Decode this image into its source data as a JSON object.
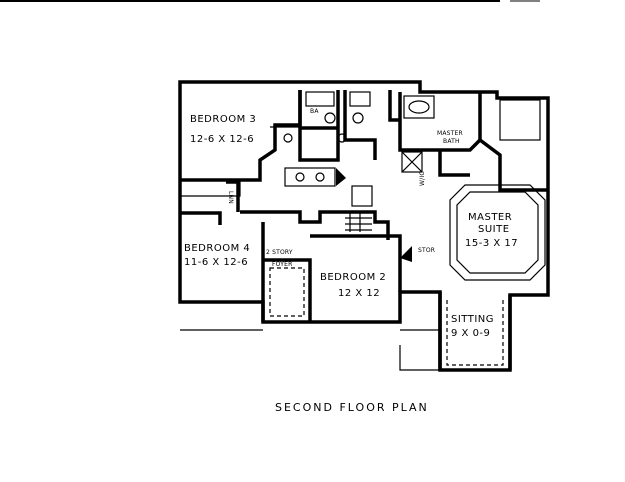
{
  "rooms": {
    "bedroom3": {
      "name": "BEDROOM 3",
      "size": "12-6 X 12-6"
    },
    "bedroom4": {
      "name": "BEDROOM 4",
      "size": "11-6 X 12-6"
    },
    "bedroom2": {
      "name": "BEDROOM 2",
      "size": "12 X 12"
    },
    "master_suite": {
      "name1": "MASTER",
      "name2": "SUITE",
      "size": "15-3 X 17"
    },
    "sitting": {
      "name": "SITTING",
      "size": "9 X 0-9"
    },
    "foyer": {
      "name1": "2 STORY",
      "name2": "FOYER"
    },
    "master_bath": {
      "name1": "MASTER",
      "name2": "BATH"
    }
  },
  "small_labels": {
    "bath": "BA",
    "linen": "LNN",
    "closet": "W/IC",
    "storage": "STOR"
  },
  "title": "SECOND FLOOR PLAN"
}
